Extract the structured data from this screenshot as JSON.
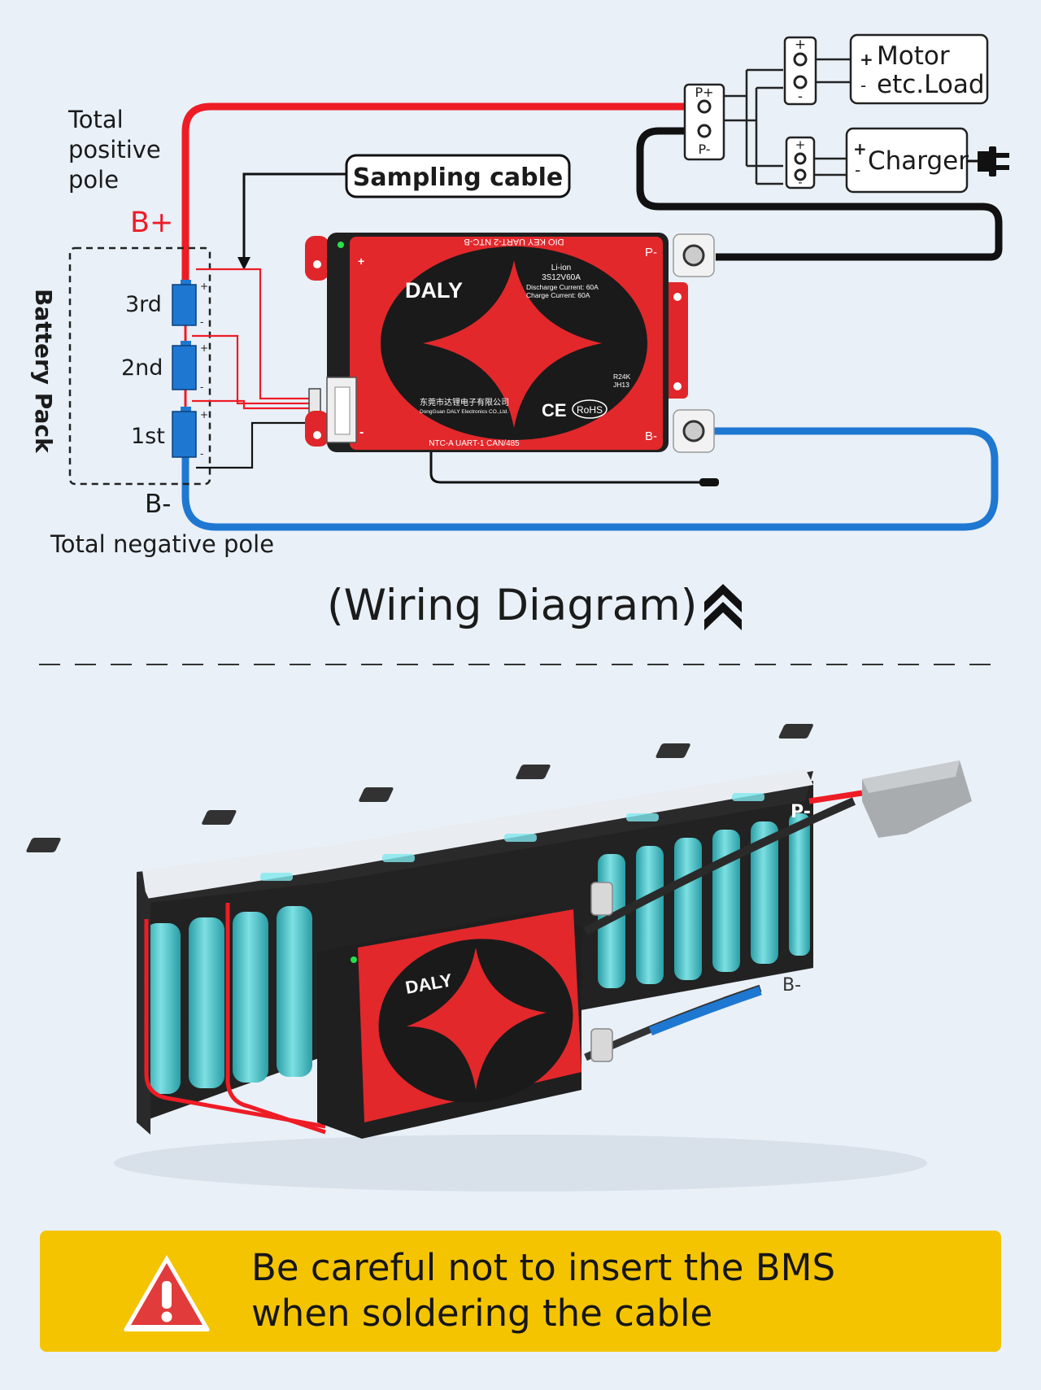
{
  "labels": {
    "total_positive_pole": [
      "Total",
      "positive",
      "pole"
    ],
    "b_plus": "B+",
    "b_minus": "B-",
    "total_negative_pole": "Total negative pole",
    "battery_pack": "Battery Pack",
    "cells": [
      "3rd",
      "2nd",
      "1st"
    ],
    "sampling_cable": "Sampling cable",
    "motor_load": [
      "Motor",
      "etc.Load"
    ],
    "charger": "Charger",
    "p_plus": "P+",
    "p_minus": "P-",
    "plus": "+",
    "minus": "-",
    "caption": "(Wiring Diagram)"
  },
  "bms": {
    "brand": "DALY",
    "top_port_label": "DIO KEY UART-2 NTC-B",
    "spec_line1": "Li-ion",
    "spec_line2": "3S12V60A",
    "spec_line3": "Discharge Current: 60A",
    "spec_line4": "Charge     Current: 60A",
    "code_line1": "R24K",
    "code_line2": "JH13",
    "company_cn": "东莞市达锂电子有限公司",
    "company_en": "DongGuan DALY Electronics CO.,Ltd.",
    "ce": "CE",
    "rohs": "RoHS",
    "bottom_port_label": "NTC-A  UART-1  CAN/485",
    "pad_p_minus": "P-",
    "pad_b_minus": "B-",
    "pad_plus": "+",
    "pad_minus": "-"
  },
  "pack_illustration": {
    "p_minus": "P-",
    "b_minus": "B-"
  },
  "warning": {
    "icon": "warning-triangle-icon",
    "line1": "Be careful not to insert the BMS",
    "line2": "when soldering the cable"
  },
  "colors": {
    "positive_wire": "#ee1c25",
    "negative_wire": "#1e78d2",
    "load_wire": "#111111",
    "bms_red": "#e2282b",
    "banner": "#f4c400",
    "cell_blue": "#1e78d2",
    "cell_teal": "#45c3c9"
  }
}
